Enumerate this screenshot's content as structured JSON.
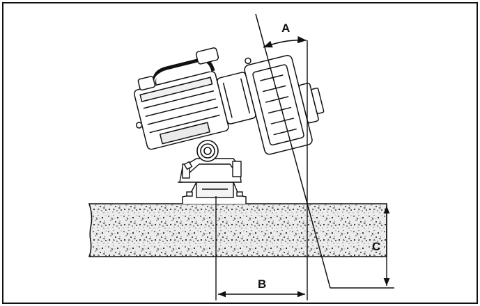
{
  "diagram": {
    "labels": {
      "a": "A",
      "b": "B",
      "c": "C"
    },
    "colors": {
      "ink": "#111111",
      "concrete_fill": "#e9e9e9",
      "background": "#ffffff"
    }
  }
}
